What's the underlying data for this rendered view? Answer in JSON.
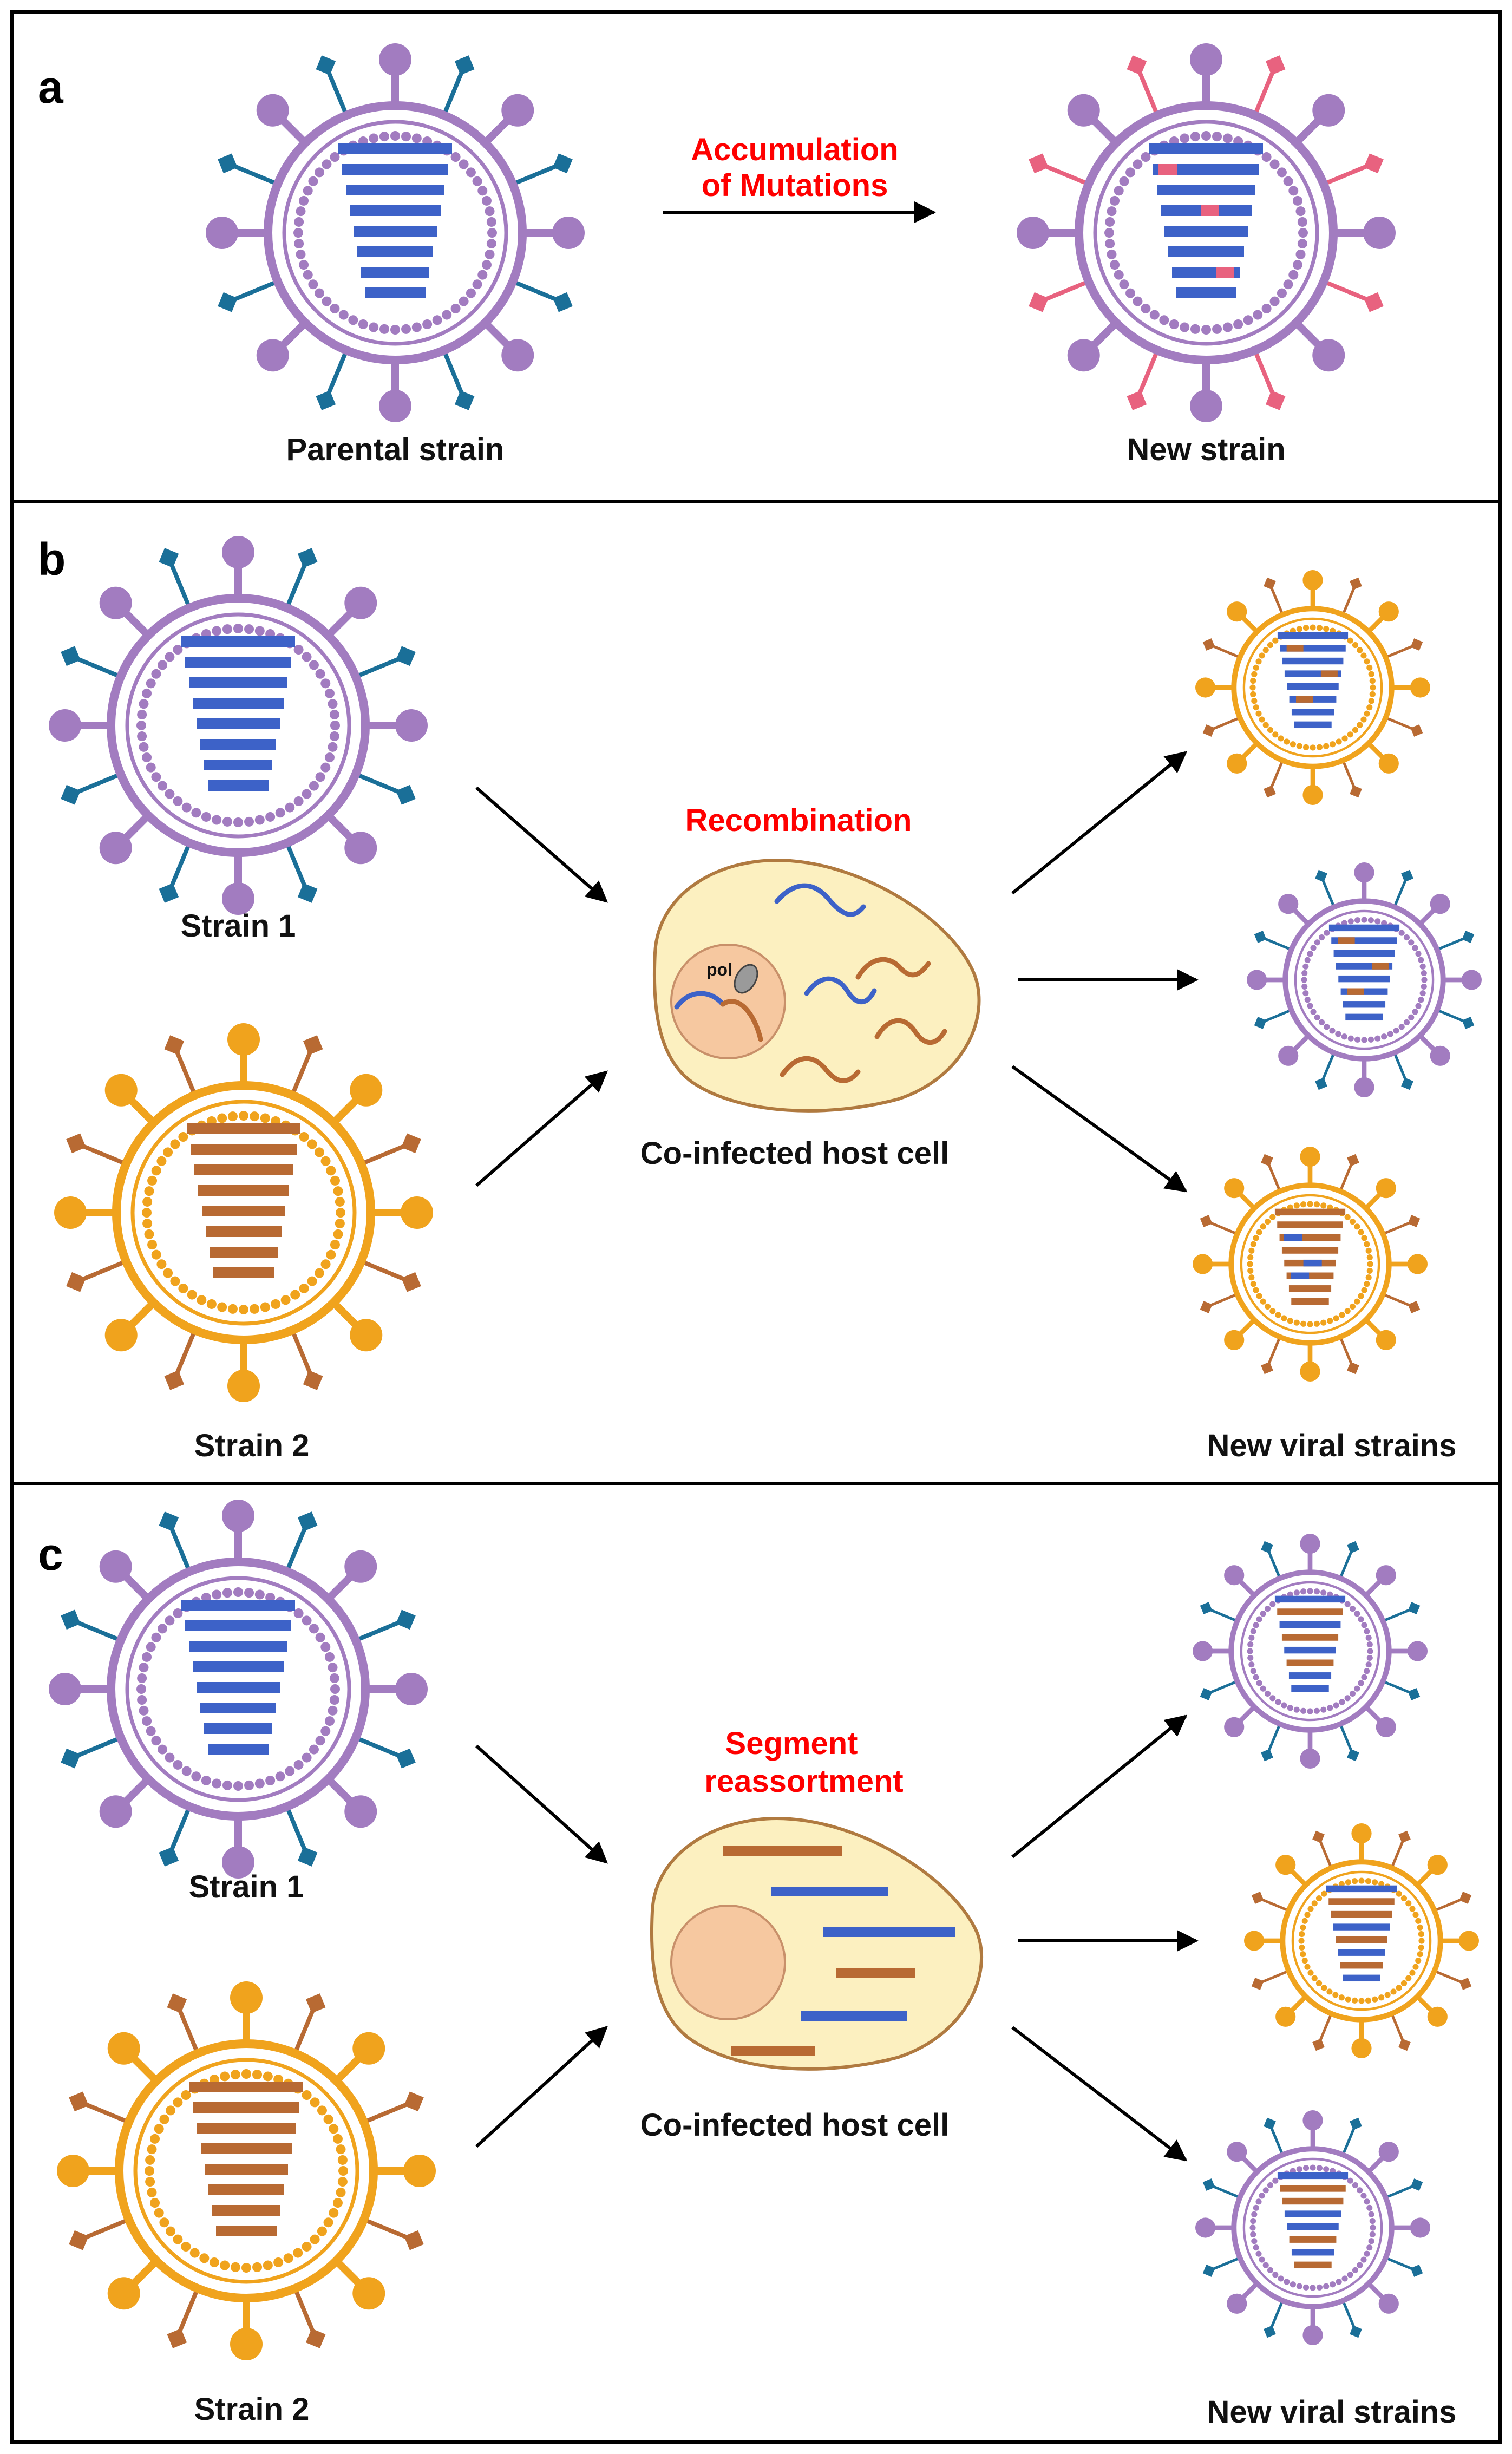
{
  "panels": {
    "a": {
      "letter": "a",
      "parental_label": "Parental strain",
      "new_label": "New strain",
      "process_line1": "Accumulation",
      "process_line2": "of Mutations"
    },
    "b": {
      "letter": "b",
      "strain1_label": "Strain 1",
      "strain2_label": "Strain 2",
      "process_label": "Recombination",
      "cell_label": "Co-infected host cell",
      "pol_label": "pol",
      "result_label": "New viral strains"
    },
    "c": {
      "letter": "c",
      "strain1_label": "Strain 1",
      "strain2_label": "Strain 2",
      "process_line1": "Segment",
      "process_line2": "reassortment",
      "cell_label": "Co-infected host cell",
      "result_label": "New viral strains"
    }
  },
  "colors": {
    "purple_envelope": "#a27cc0",
    "orange_envelope": "#f0a31d",
    "blue_segment": "#3d62c8",
    "brown_segment": "#b86a33",
    "teal_spike": "#1a6f98",
    "pink_mutation": "#e8627f",
    "label_red": "#ff0000",
    "cell_fill": "#fcf0c0",
    "nucleus_fill": "#f6c8a0"
  }
}
